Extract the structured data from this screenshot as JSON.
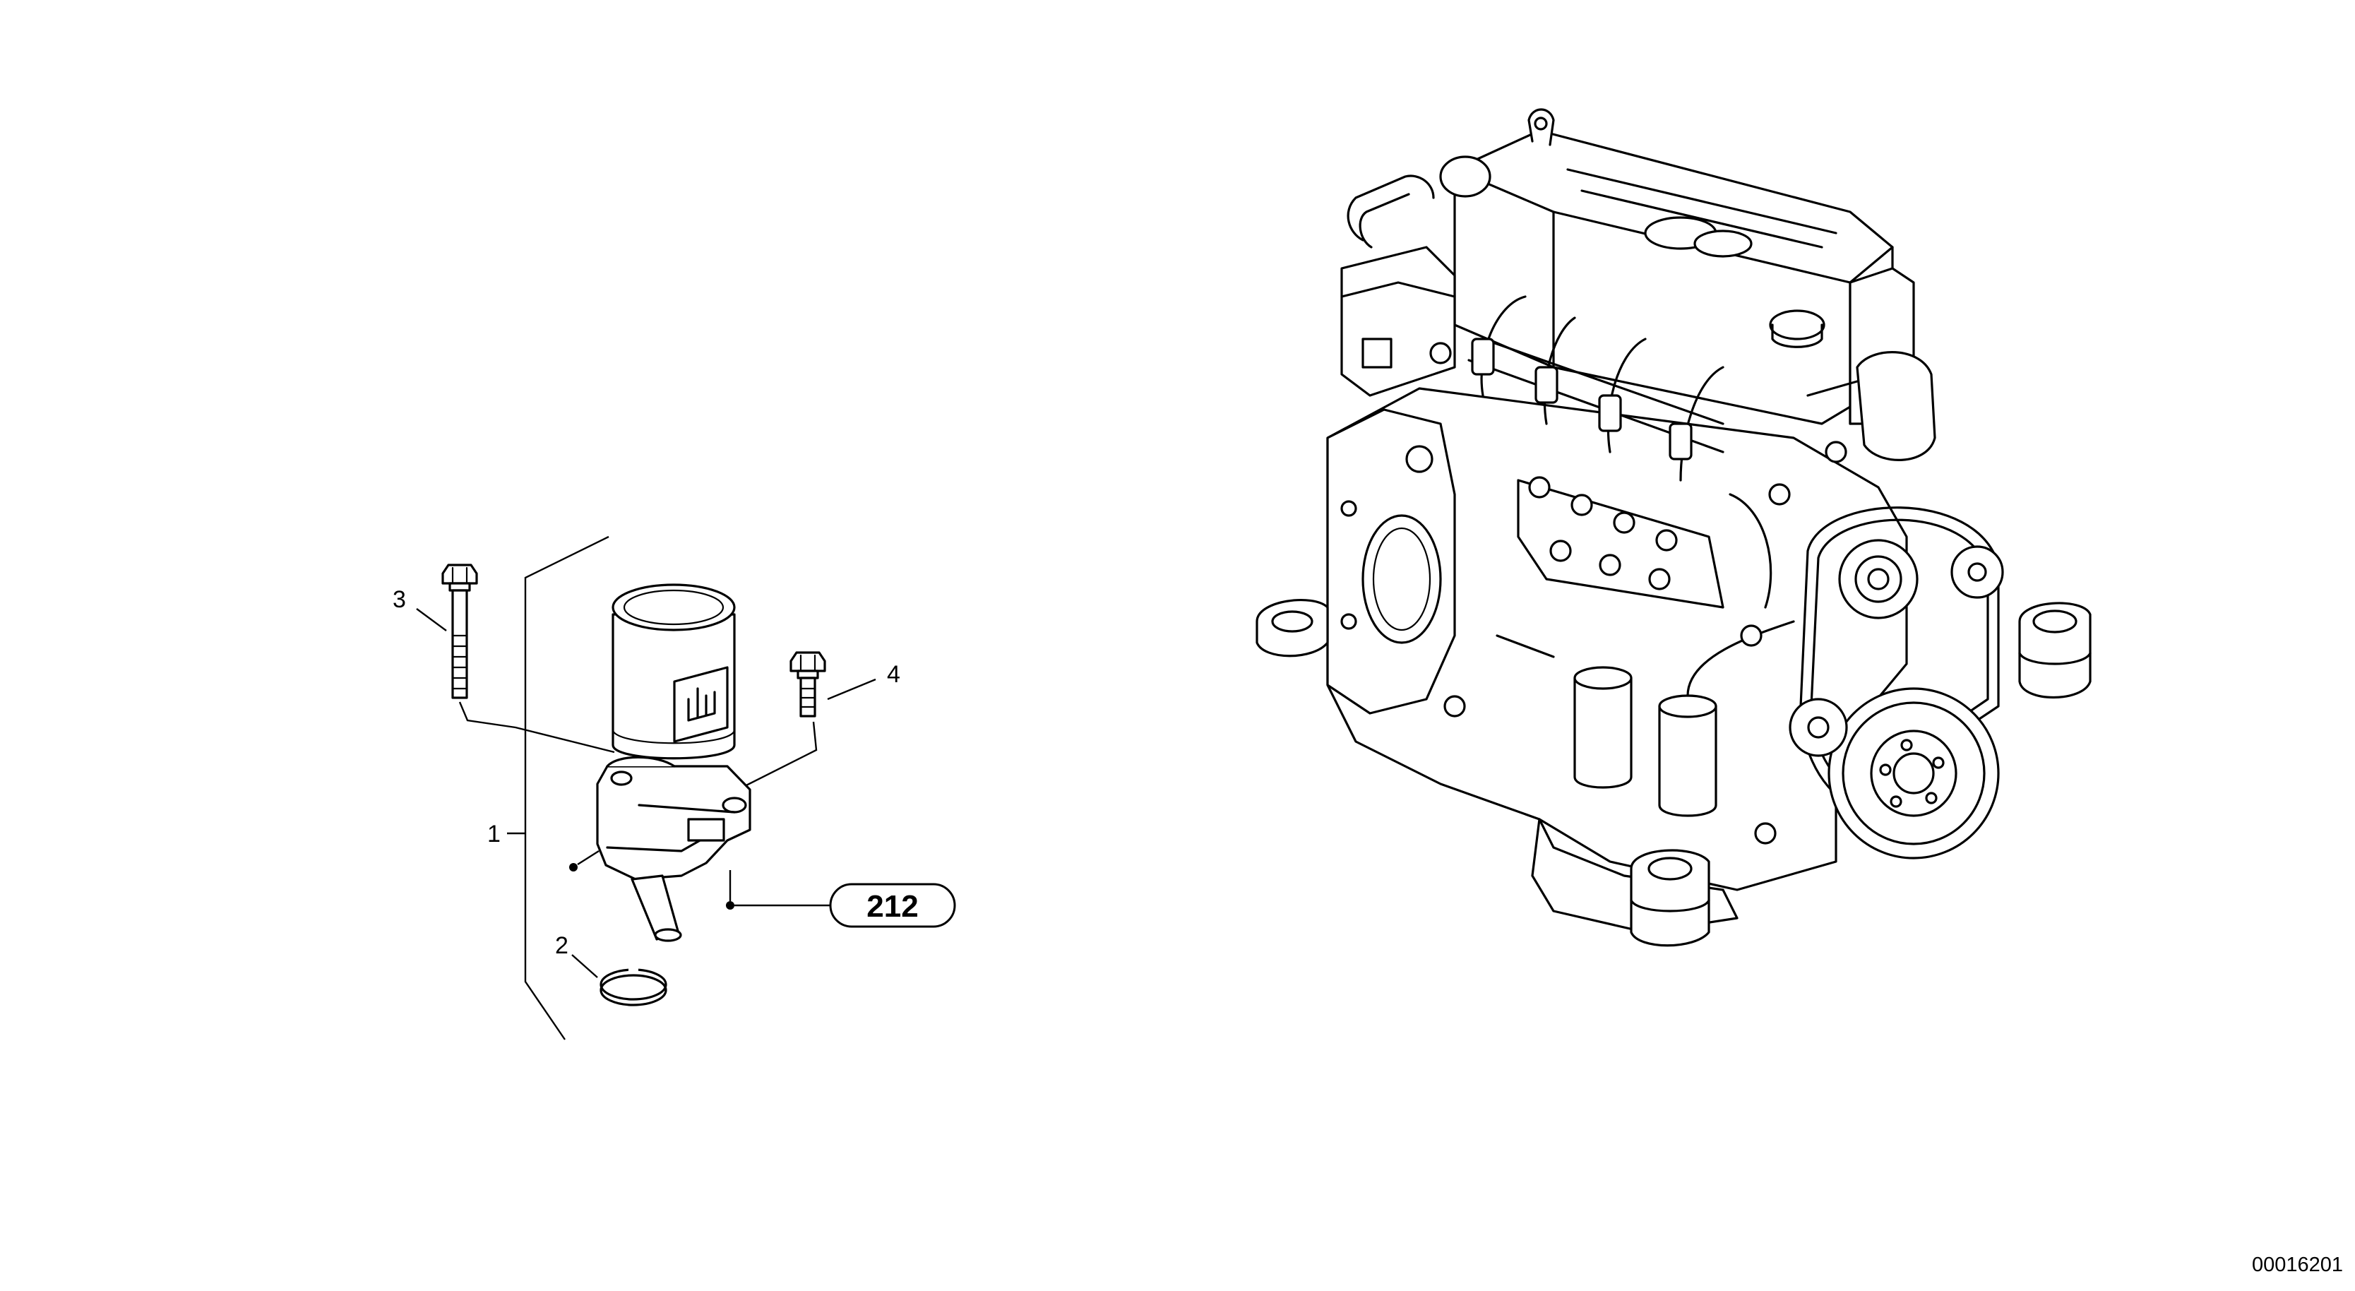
{
  "callouts": {
    "item_1": "1",
    "item_2": "2",
    "item_3": "3",
    "item_4": "4"
  },
  "reference": {
    "label": "212"
  },
  "document": {
    "id": "00016201"
  },
  "icons": {
    "engine": "engine-assembly-illustration",
    "filter": "oil-filter-assembly-illustration",
    "bolt": "bolt-illustration",
    "ring": "sealing-ring-illustration"
  },
  "colors": {
    "line": "#000000",
    "background": "#ffffff"
  }
}
